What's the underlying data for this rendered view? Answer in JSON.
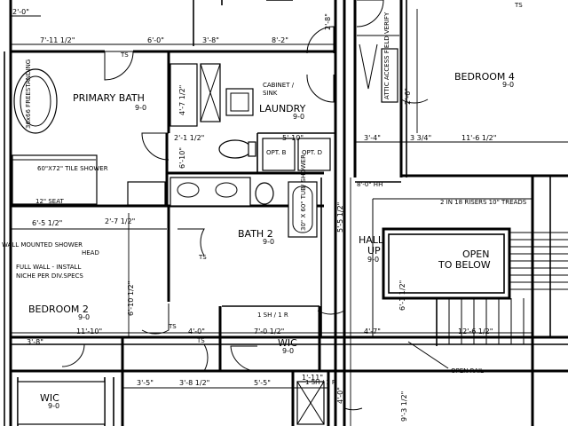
{
  "rooms": {
    "primary_bath": {
      "name": "PRIMARY BATH",
      "size": "9-0"
    },
    "laundry": {
      "name": "LAUNDRY",
      "size": "9-0"
    },
    "bedroom4": {
      "name": "BEDROOM 4",
      "size": "9-0"
    },
    "bath2": {
      "name": "BATH 2",
      "size": "9-0"
    },
    "bedroom2": {
      "name": "BEDROOM 2",
      "size": "9-0"
    },
    "hall": {
      "name": "HALL",
      "name2": "UP",
      "size": "9-0"
    },
    "wic_center": {
      "name": "WIC",
      "size": "9-0"
    },
    "wic_left": {
      "name": "WIC",
      "size": "9-0"
    },
    "open_below": {
      "line1": "OPEN",
      "line2": "TO BELOW"
    }
  },
  "labels": {
    "cabinet_sink_1": "CABINET /",
    "cabinet_sink_2": "SINK",
    "freestanding": "36x66 FREESTANDING",
    "shower_top": "60\"X72\" TILE SHOWER",
    "seat": "12\" SEAT",
    "wall_mounted_1": "WALL MOUNTED SHOWER",
    "wall_mounted_2": "HEAD",
    "full_wall_1": "FULL WALL - INSTALL",
    "full_wall_2": "NICHE PER DIV.SPECS",
    "tub_shower": "30\" X 60\" TUB/ SHOWER",
    "opt_b": "OPT. B",
    "opt_d": "OPT. D",
    "attic_access": "ATTIC ACCESS FIELD VERIFY",
    "risers": "2 IN 18 RISERS 10\" TREADS",
    "open_rail": "OPEN RAIL",
    "sh_r_1": "1 SH / 1 R",
    "sh_r_2": "1 SH / 1 R",
    "ts": "TS",
    "hh": "8'-0\" HH"
  },
  "dimensions": {
    "d_2_0": "2'-0\"",
    "d_7_11": "7'-11 1/2\"",
    "d_6_0": "6'-0\"",
    "d_3_8": "3'-8\"",
    "d_8_2": "8'-2\"",
    "d_4_7": "4'-7 1/2\"",
    "d_2_1": "2'-1 1/2\"",
    "d_6_10": "6'-10\"",
    "d_5_10": "5'-10\"",
    "d_3_4": "3'-4\"",
    "d_3_4b": "3 3/4\"",
    "d_11_6": "11'-6 1/2\"",
    "d_6_5": "6'-5 1/2\"",
    "d_2_7": "2'-7 1/2\"",
    "d_11_10": "11'-10\"",
    "d_3_8b": "3'-8\"",
    "d_4_0": "4'-0\"",
    "d_7_0": "7'-0 1/2\"",
    "d_4_7b": "4'-7\"",
    "d_12_6": "12'-6 1/2\"",
    "d_3_5": "3'-5\"",
    "d_3_8_12": "3'-8 1/2\"",
    "d_5_5": "5'-5\"",
    "d_1_11": "1'-11\"",
    "d_6_10v": "6'-10 1/2\"",
    "d_5_5v": "5'-5 1/2\"",
    "d_6_1": "6'-1 1/2\"",
    "d_2_8": "2'-8\"",
    "d_2_6": "2'-6\"",
    "d_4_0v": "4'-0\"",
    "d_9_3": "9'-3 1/2\""
  }
}
